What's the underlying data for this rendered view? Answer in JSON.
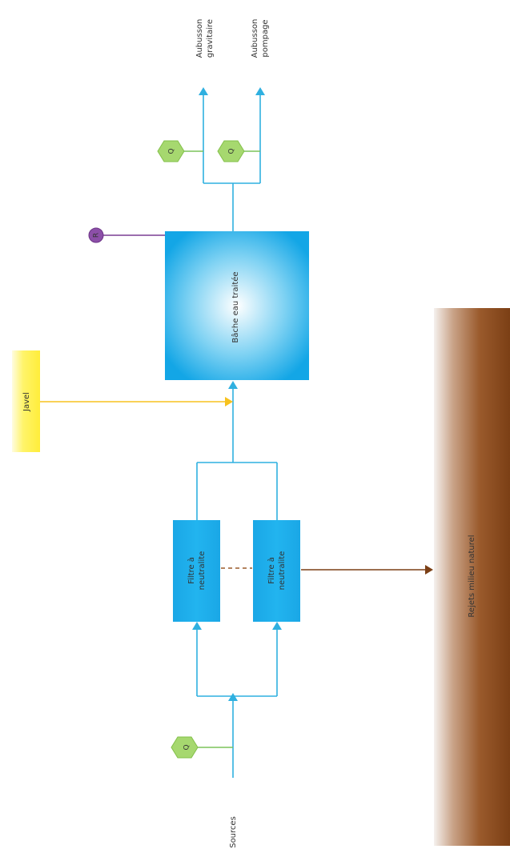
{
  "labels": {
    "sources": "Sources",
    "filter_1_line1": "Filtre à",
    "filter_1_line2": "neutralite",
    "filter_2_line1": "Filtre à",
    "filter_2_line2": "neutralite",
    "tank": "Bâche eau traitée",
    "javel": "Javel",
    "rejets": "Rejets milieu naturel",
    "out_1_line1": "Aubusson",
    "out_1_line2": "gravitaire",
    "out_2_line1": "Aubusson",
    "out_2_line2": "pompage"
  },
  "sensors": {
    "flow_sources": "Q",
    "flow_out_1": "Q",
    "flow_out_2": "Q",
    "level_tank": "R"
  },
  "colors": {
    "water_line": "#2fb0e0",
    "block_blue": "#12a8e6",
    "javel_yellow": "#fff35a",
    "javel_line": "#f7c21e",
    "sensor_green": "#a6d86f",
    "sensor_purple": "#8c4fa8",
    "reject_brown": "#8a4a1e"
  }
}
